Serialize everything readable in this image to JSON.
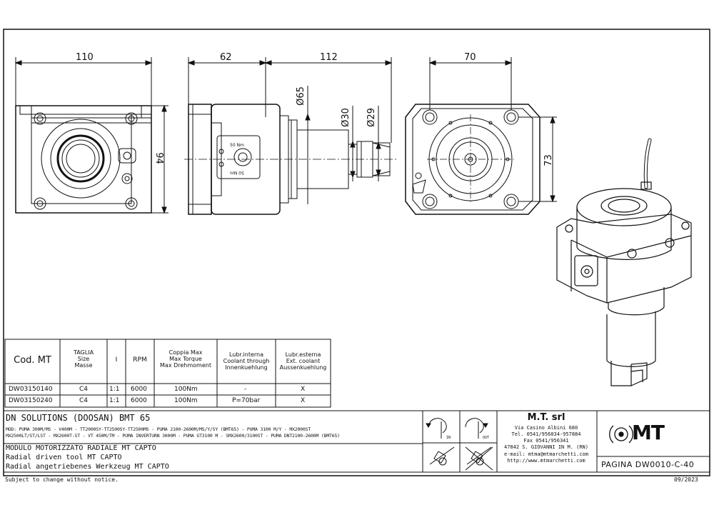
{
  "dimensions": {
    "front_width": "110",
    "front_height": "94",
    "side_flange": "62",
    "side_shank": "112",
    "dia_65": "Ø65",
    "dia_30": "Ø30",
    "dia_29": "Ø29",
    "rear_width": "70",
    "rear_height": "73"
  },
  "side_labels": {
    "top": "50 Nm",
    "bottom": "50 Nm"
  },
  "table": {
    "headers": {
      "code": "Cod. MT",
      "size": [
        "TAGLIA",
        "Size",
        "Masse"
      ],
      "ratio": "I",
      "rpm": "RPM",
      "torque": [
        "Coppia Max",
        "Max Torque",
        "Max Drehmoment"
      ],
      "lub_int": [
        "Lubr.interna",
        "Coolant through",
        "Innenkuehlung"
      ],
      "lub_ext": [
        "Lubr.esterna",
        "Ext. coolant",
        "Aussenkuehlung"
      ]
    },
    "rows": [
      {
        "code": "DW03150140",
        "size": "C4",
        "ratio": "1:1",
        "rpm": "6000",
        "torque": "100Nm",
        "lub_int": "-",
        "lub_ext": "X"
      },
      {
        "code": "DW03150240",
        "size": "C4",
        "ratio": "1:1",
        "rpm": "6000",
        "torque": "100Nm",
        "lub_int": "P=70bar",
        "lub_ext": "X"
      }
    ]
  },
  "title_block": {
    "machine": "DN SOLUTIONS (DOOSAN)   BMT 65",
    "models_1": "MOD: PUMA 300M/MS - V400M - TT2000SY-TT2500SY-TT2500MS - PUMA 2100-2600M/MS/Y/SY (BMT65) - PUMA 3100 M/Y - MX2000ST",
    "models_2": "MX2500LT/ST/LST - MX2600T-ST - VT 450M/TM - PUMA INVERTURN 3000M - PUMA GT3100 M - SMX2600/3100ST - PUMA DNT2100-2600M (BMT65)",
    "desc_it": "MODULO MOTORIZZATO RADIALE MT CAPTO",
    "desc_en": "Radial driven tool MT CAPTO",
    "desc_de": "Radial angetriebenes Werkzeug MT CAPTO",
    "rot_in": "IN",
    "rot_out": "OUT"
  },
  "company": {
    "name": "M.T. srl",
    "address": "Via Casino Albini 680",
    "tel": "Tel. 0541/956034-957884",
    "fax": "Fax 0541/956341",
    "city": "47842 S. GIOVANNI IN M. (RN)",
    "email": "e-mail: mtma@mtmarchetti.com",
    "web": "http://www.mtmarchetti.com",
    "logo_text": "MT"
  },
  "page": "PAGINA DW0010-C-40",
  "footer": {
    "note": "Subject to change without notice.",
    "date": "09/2023"
  }
}
